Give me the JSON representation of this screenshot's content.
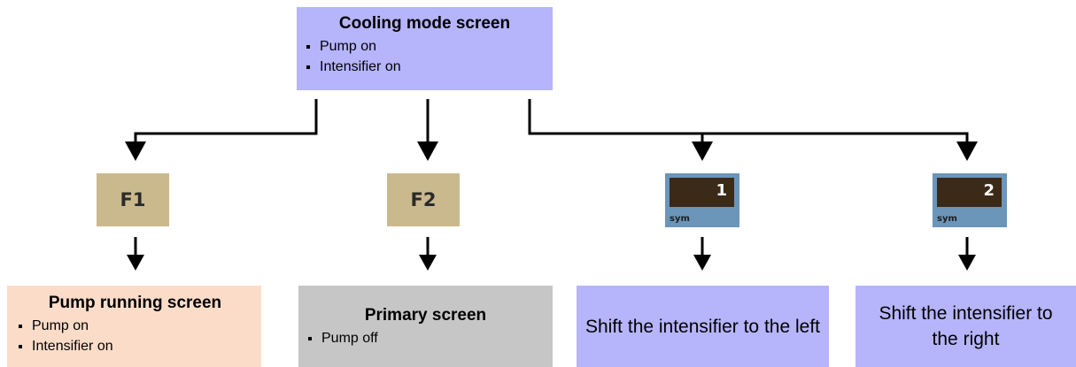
{
  "cooling_screen": {
    "title": "Cooling mode screen",
    "items": [
      "Pump on",
      "Intensifier on"
    ]
  },
  "keys": {
    "f1": "F1",
    "f2": "F2",
    "num1": {
      "number": "1",
      "label": "sym"
    },
    "num2": {
      "number": "2",
      "label": "sym"
    }
  },
  "pump_running_screen": {
    "title": "Pump running screen",
    "items": [
      "Pump on",
      "Intensifier on"
    ]
  },
  "primary_screen": {
    "title": "Primary screen",
    "items": [
      "Pump off"
    ]
  },
  "shift_left": {
    "text": "Shift the intensifier to the left"
  },
  "shift_right": {
    "text": "Shift the intensifier to the right"
  },
  "colors": {
    "screen_box": "#b6b4fb",
    "pump_running_box": "#fbdcc9",
    "primary_box": "#c6c6c6",
    "function_key": "#cbb98e",
    "number_key": "#6b95b9",
    "number_key_display": "#3a2a17"
  }
}
